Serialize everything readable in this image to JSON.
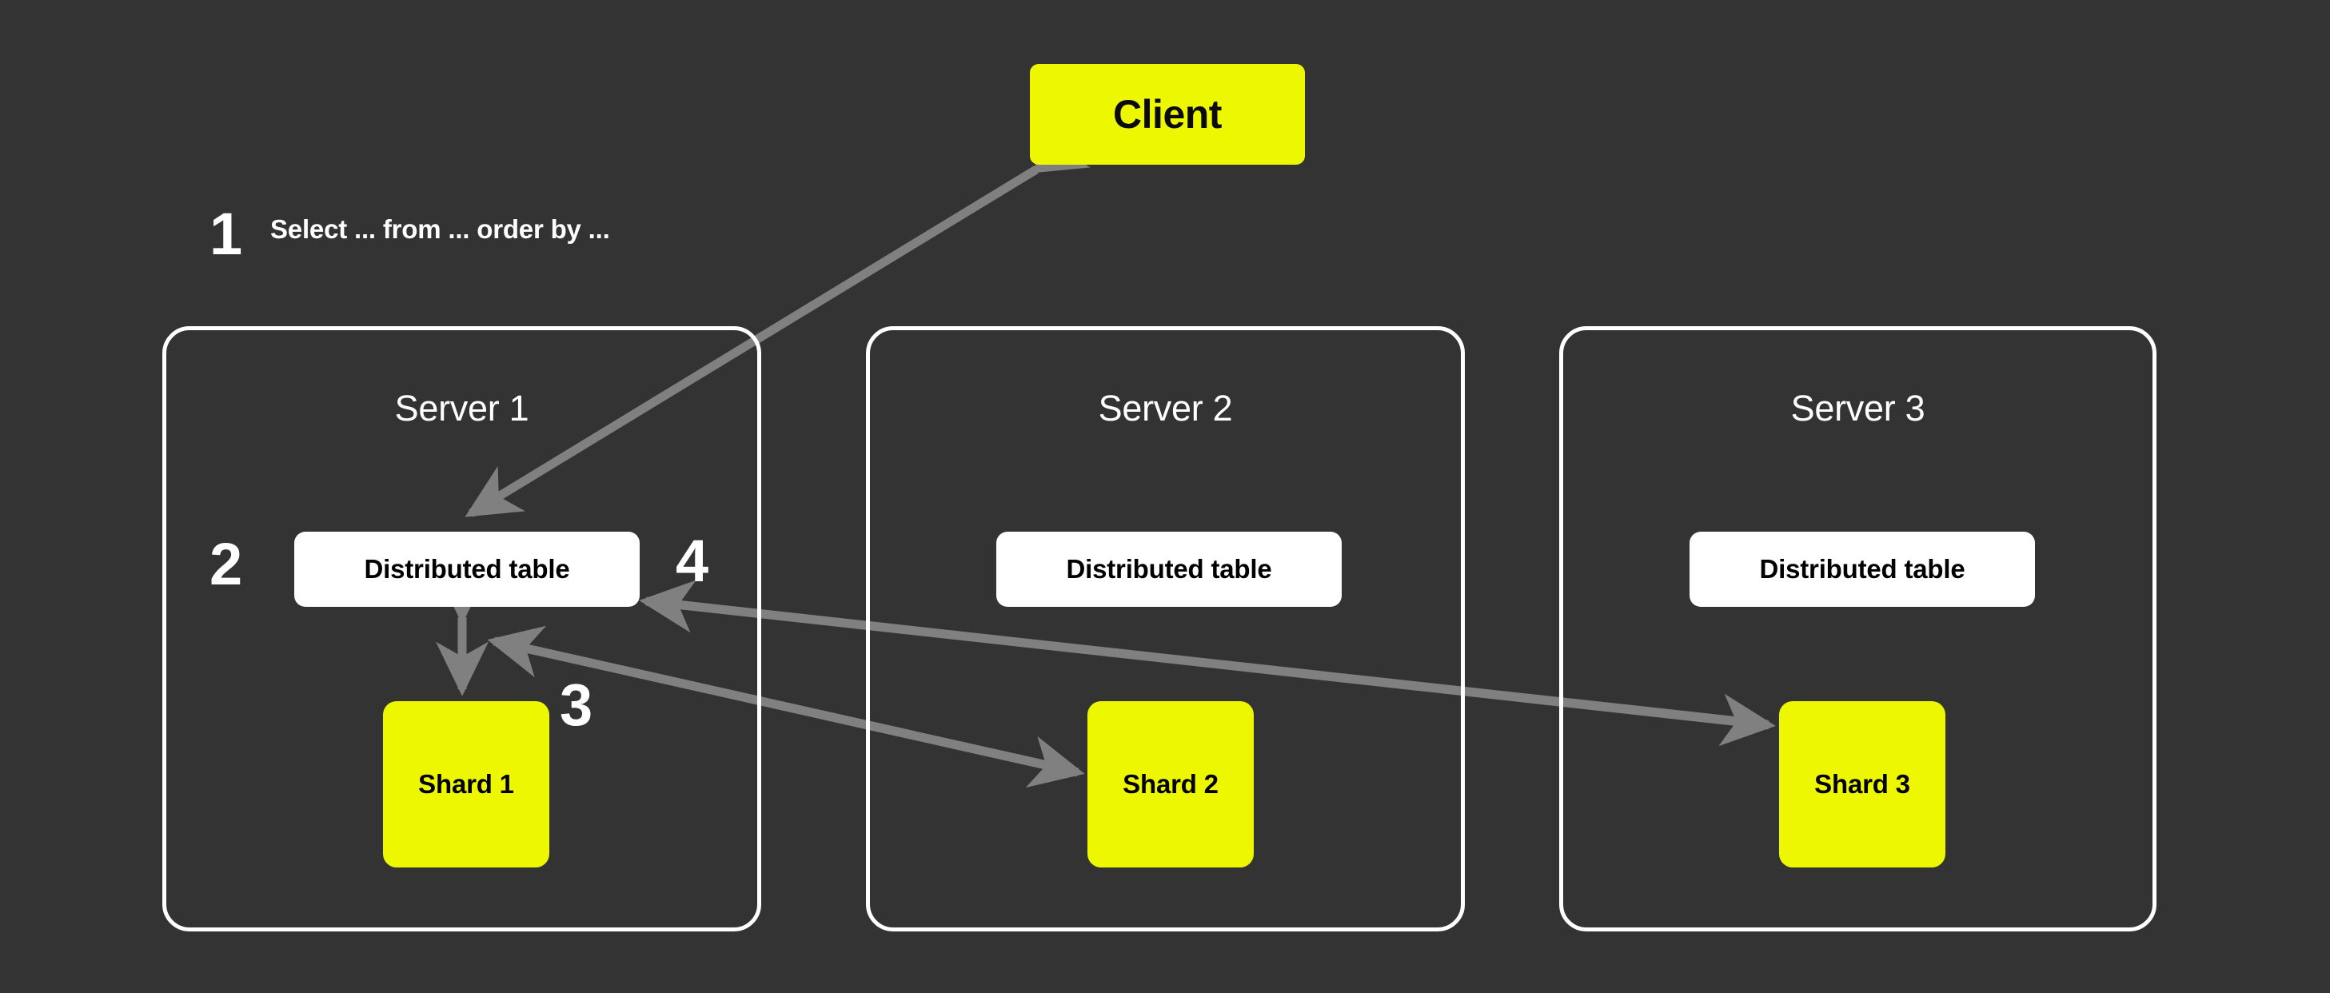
{
  "diagram": {
    "title": "Distributed table query flow across shards",
    "background_color": "#333333",
    "accent_color": "#EDF700",
    "arrow_color": "#808080",
    "panel_border_color": "#FFFFFF"
  },
  "client": {
    "label": "Client"
  },
  "query": {
    "step": "1",
    "text": "Select ... from ... order by ..."
  },
  "steps": {
    "two": "2",
    "three": "3",
    "four": "4"
  },
  "servers": [
    {
      "title": "Server 1",
      "distributed_table": "Distributed table",
      "shard": "Shard 1"
    },
    {
      "title": "Server 2",
      "distributed_table": "Distributed table",
      "shard": "Shard 2"
    },
    {
      "title": "Server 3",
      "distributed_table": "Distributed table",
      "shard": "Shard 3"
    }
  ],
  "arrows": [
    {
      "name": "client-to-distributed-table",
      "from": "Client",
      "to": "Server 1 Distributed table",
      "style": "double-headed"
    },
    {
      "name": "distributed-table-to-shard-1",
      "from": "Server 1 Distributed table",
      "to": "Shard 1",
      "style": "double-headed"
    },
    {
      "name": "distributed-table-to-shard-2",
      "from": "Server 1 Distributed table",
      "to": "Shard 2",
      "style": "single-headed"
    },
    {
      "name": "shard-3-to-distributed-table",
      "from": "Shard 3",
      "to": "Server 1 Distributed table",
      "style": "single-headed"
    }
  ]
}
